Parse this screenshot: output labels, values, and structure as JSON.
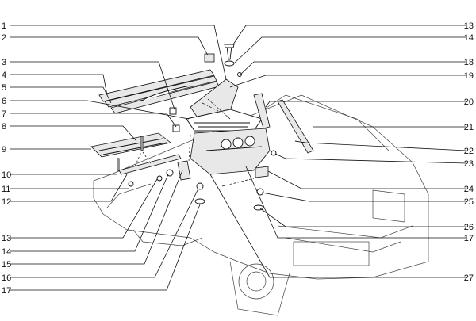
{
  "diagram": {
    "left_callouts": [
      "1",
      "2",
      "3",
      "4",
      "5",
      "6",
      "7",
      "8",
      "9",
      "10",
      "11",
      "12",
      "13",
      "14",
      "15",
      "16",
      "17"
    ],
    "right_callouts": [
      "13",
      "14",
      "18",
      "19",
      "20",
      "21",
      "22",
      "23",
      "24",
      "25",
      "26",
      "17",
      "27"
    ]
  }
}
